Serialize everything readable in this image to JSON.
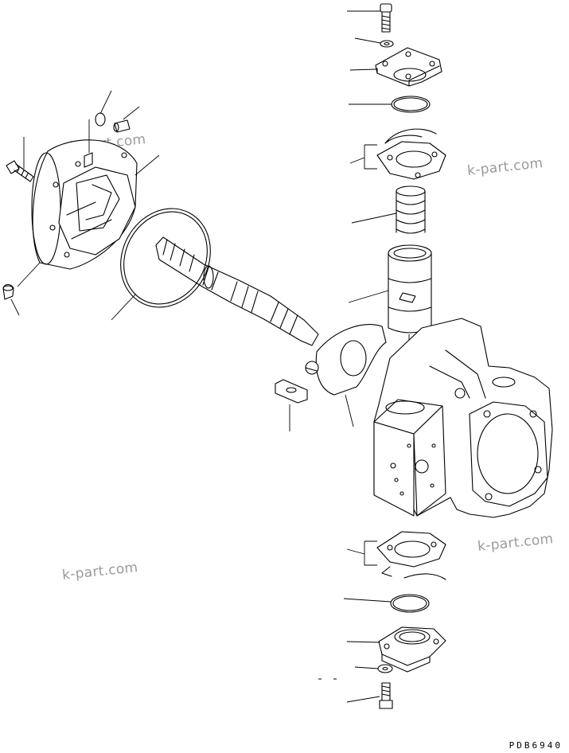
{
  "watermarks": [
    "k-part.com",
    "k-part.com",
    "k-part.com",
    "k-part.com"
  ],
  "drawing_ref": "PDB6940",
  "parts": [
    "bolt-top",
    "washer-top",
    "cover-top",
    "o-ring-top",
    "gasket-set-top",
    "spring",
    "spool",
    "pump-case",
    "gasket-set-bottom",
    "o-ring-bottom",
    "cover-bottom",
    "washer-bottom",
    "bolt-bottom",
    "plate",
    "swash-plate",
    "shaft",
    "o-ring-large",
    "flange-housing",
    "pin",
    "plug",
    "bolt-left",
    "cap-left",
    "key"
  ]
}
